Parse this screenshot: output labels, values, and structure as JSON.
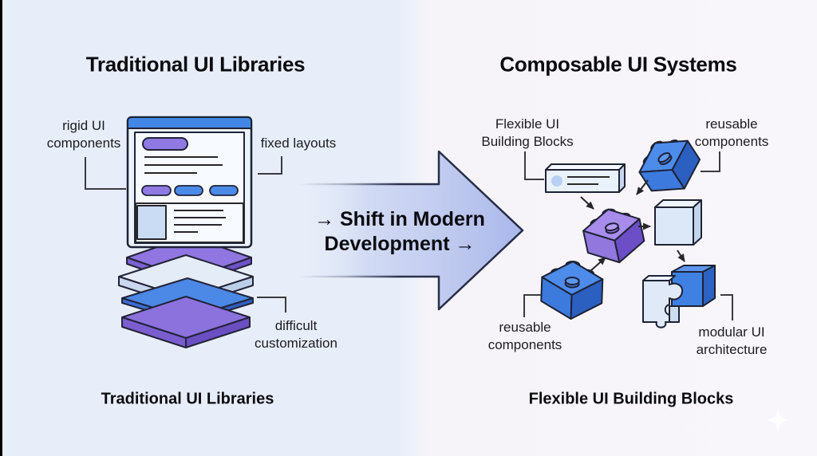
{
  "meta": {
    "background_left": "#e7eef9",
    "background_right": "#f8f6fa",
    "accent_blue": "#4285e4",
    "accent_purple": "#8b72dd",
    "outline_color": "#1e2235"
  },
  "left_panel": {
    "heading": "Traditional UI Libraries",
    "caption": "Traditional UI Libraries",
    "labels": {
      "rigid_line1": "rigid UI",
      "rigid_line2": "components",
      "fixed": "fixed layouts",
      "difficult_line1": "difficult",
      "difficult_line2": "customization"
    }
  },
  "transition": {
    "line1": "→ Shift in Modern",
    "line2": "Development →"
  },
  "right_panel": {
    "heading": "Composable UI Systems",
    "caption": "Flexible UI Building Blocks",
    "labels": {
      "flexible_line1": "Flexible UI",
      "flexible_line2": "Building Blocks",
      "reusable_top_line1": "reusable",
      "reusable_top_line2": "components",
      "reusable_bottom_line1": "reusable",
      "reusable_bottom_line2": "components",
      "modular_line1": "modular UI",
      "modular_line2": "architecture"
    }
  },
  "icons": {
    "watermark": "sparkle-icon"
  }
}
